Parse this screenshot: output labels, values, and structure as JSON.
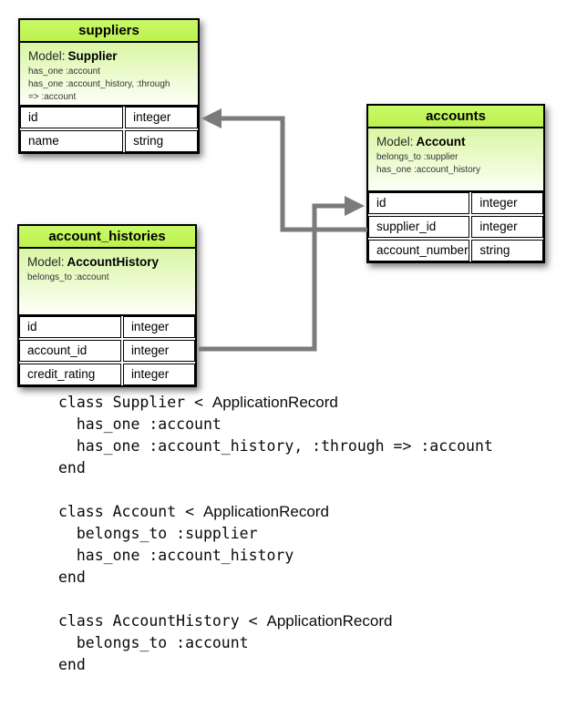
{
  "diagram": {
    "tables": {
      "suppliers": {
        "title": "suppliers",
        "model_label": "Model:",
        "model_name": "Supplier",
        "associations": [
          "has_one :account",
          "has_one :account_history, :through",
          "=> :account"
        ],
        "columns": [
          {
            "name": "id",
            "type": "integer"
          },
          {
            "name": "name",
            "type": "string"
          }
        ]
      },
      "accounts": {
        "title": "accounts",
        "model_label": "Model:",
        "model_name": "Account",
        "associations": [
          "belongs_to :supplier",
          "has_one :account_history"
        ],
        "columns": [
          {
            "name": "id",
            "type": "integer"
          },
          {
            "name": "supplier_id",
            "type": "integer"
          },
          {
            "name": "account_number",
            "type": "string"
          }
        ]
      },
      "account_histories": {
        "title": "account_histories",
        "model_label": "Model:",
        "model_name": "AccountHistory",
        "associations": [
          "belongs_to :account"
        ],
        "columns": [
          {
            "name": "id",
            "type": "integer"
          },
          {
            "name": "account_id",
            "type": "integer"
          },
          {
            "name": "credit_rating",
            "type": "integer"
          }
        ]
      }
    },
    "connectors": [
      {
        "from": "accounts.supplier_id",
        "to": "suppliers.id"
      },
      {
        "from": "account_histories.account_id",
        "to": "accounts.id"
      }
    ],
    "colors": {
      "header_green": "#c3f65e",
      "body_green_top": "#d9f6a4",
      "connector_gray": "#7b7b7b",
      "border_black": "#000000"
    }
  },
  "code": {
    "blocks": [
      {
        "declaration": "class Supplier < ",
        "superclass": "ApplicationRecord",
        "body": [
          "  has_one :account",
          "  has_one :account_history, :through => :account"
        ],
        "end_keyword": "end"
      },
      {
        "declaration": "class Account < ",
        "superclass": "ApplicationRecord",
        "body": [
          "  belongs_to :supplier",
          "  has_one :account_history"
        ],
        "end_keyword": "end"
      },
      {
        "declaration": "class AccountHistory < ",
        "superclass": "ApplicationRecord",
        "body": [
          "  belongs_to :account"
        ],
        "end_keyword": "end"
      }
    ]
  }
}
